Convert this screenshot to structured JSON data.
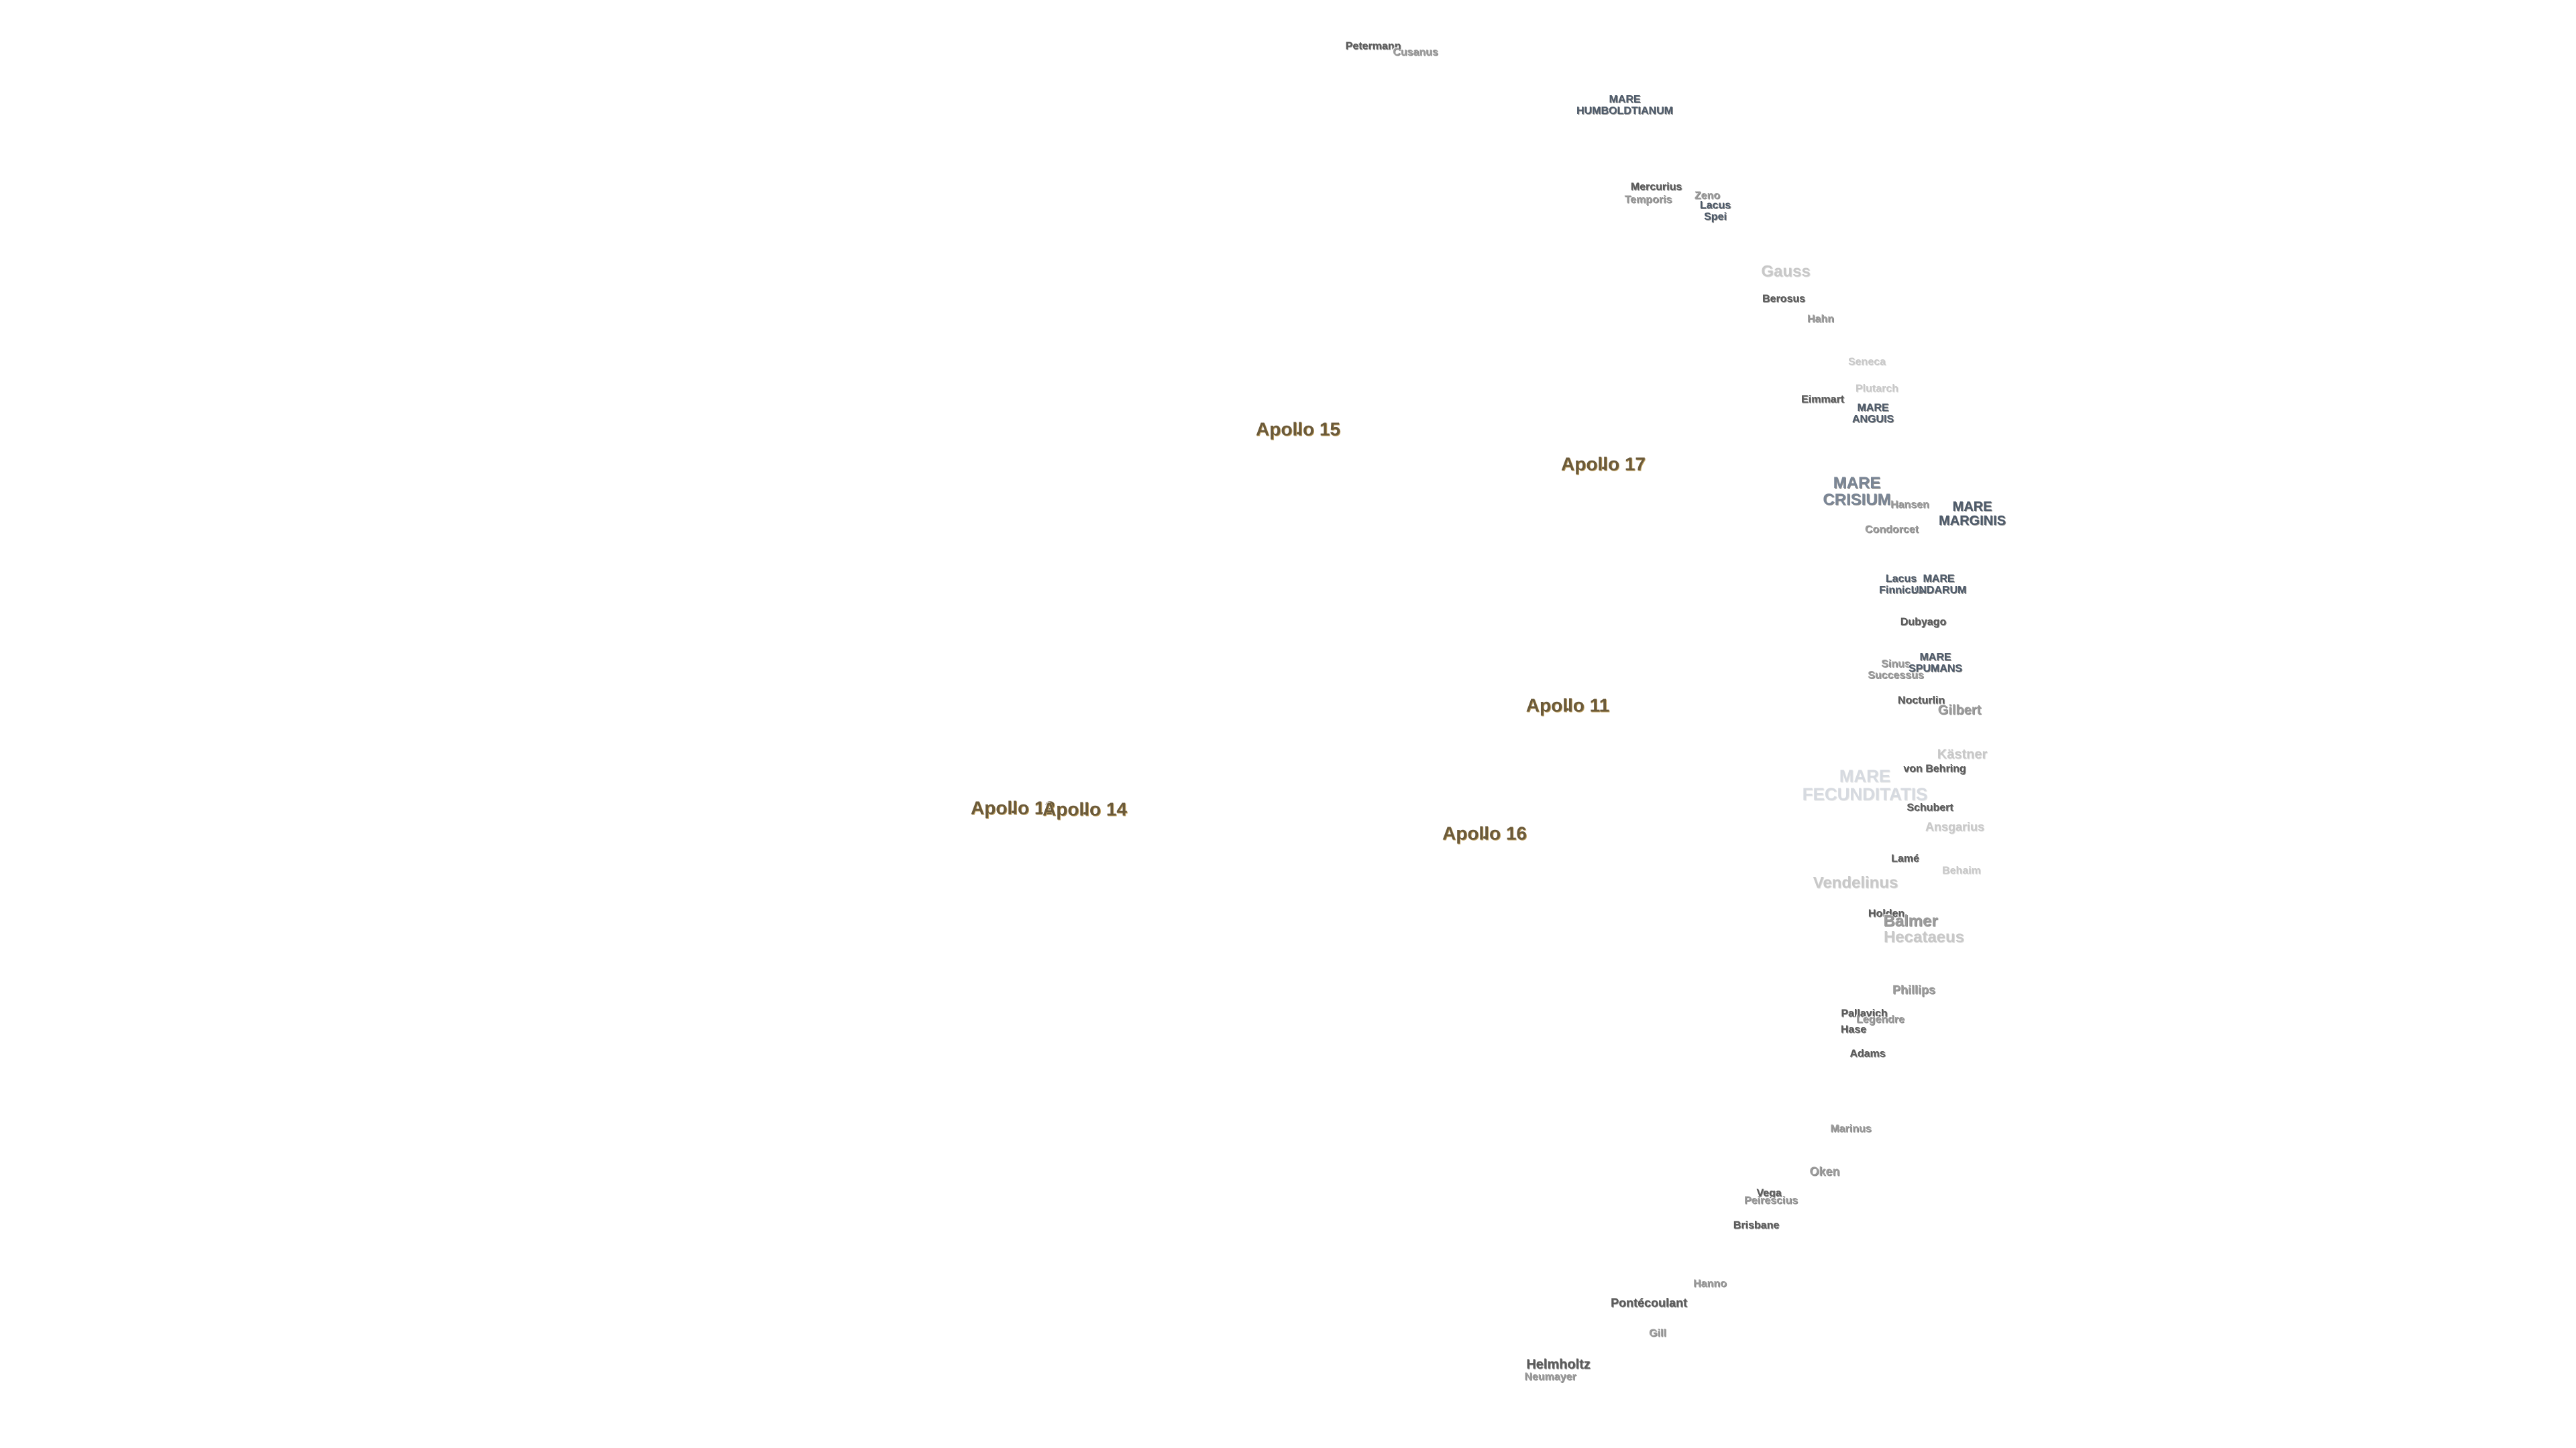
{
  "map": {
    "apollo_sites": [
      {
        "label": "Apollo 15"
      },
      {
        "label": "Apollo 17"
      },
      {
        "label": "Apollo 11"
      },
      {
        "label": "Apollo 12"
      },
      {
        "label": "Apollo 14"
      },
      {
        "label": "Apollo 16"
      }
    ],
    "features": [
      {
        "label": "Petermann"
      },
      {
        "label": "Cusanus"
      },
      {
        "label": "MARE HUMBOLDTIANUM"
      },
      {
        "label": "Mercurius"
      },
      {
        "label": "Zeno"
      },
      {
        "label": "Temporis"
      },
      {
        "label": "Lacus Spei"
      },
      {
        "label": "Gauss"
      },
      {
        "label": "Berosus"
      },
      {
        "label": "Hahn"
      },
      {
        "label": "Seneca"
      },
      {
        "label": "Plutarch"
      },
      {
        "label": "Eimmart"
      },
      {
        "label": "MARE ANGUIS"
      },
      {
        "label": "MARE CRISIUM"
      },
      {
        "label": "Hansen"
      },
      {
        "label": "MARE MARGINIS"
      },
      {
        "label": "Condorcet"
      },
      {
        "label": "Lacus Finnicus"
      },
      {
        "label": "MARE UNDARUM"
      },
      {
        "label": "Dubyago"
      },
      {
        "label": "Sinus Successus"
      },
      {
        "label": "MARE SPUMANS"
      },
      {
        "label": "Nocturlin"
      },
      {
        "label": "Gilbert"
      },
      {
        "label": "Kästner"
      },
      {
        "label": "von Behring"
      },
      {
        "label": "MARE FECUNDITATIS"
      },
      {
        "label": "Schubert"
      },
      {
        "label": "Ansgarius"
      },
      {
        "label": "Lamé"
      },
      {
        "label": "Behaim"
      },
      {
        "label": "Vendelinus"
      },
      {
        "label": "Holden"
      },
      {
        "label": "Balmer"
      },
      {
        "label": "Hecataeus"
      },
      {
        "label": "Phillips"
      },
      {
        "label": "Pallavich"
      },
      {
        "label": "Legendre"
      },
      {
        "label": "Hase"
      },
      {
        "label": "Adams"
      },
      {
        "label": "Marinus"
      },
      {
        "label": "Oken"
      },
      {
        "label": "Vega"
      },
      {
        "label": "Peirescius"
      },
      {
        "label": "Brisbane"
      },
      {
        "label": "Hanno"
      },
      {
        "label": "Pontécoulant"
      },
      {
        "label": "Gill"
      },
      {
        "label": "Helmholtz"
      },
      {
        "label": "Neumayer"
      }
    ]
  }
}
